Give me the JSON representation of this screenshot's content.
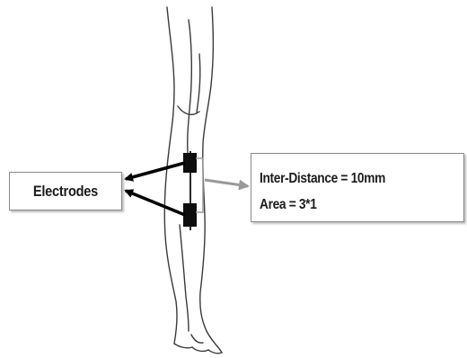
{
  "diagram": {
    "electrodes_label": "Electrodes",
    "info": {
      "inter_distance": "Inter-Distance = 10mm",
      "area": "Area = 3*1"
    }
  },
  "colors": {
    "outline": "#3a3a3a",
    "electrode": "#0d0d0d",
    "arrow_black": "#000000",
    "arrow_gray": "#9a9a9a",
    "box_border": "#8a8a8a"
  },
  "icons": [
    "leg-outline-illustration",
    "electrode-pad-icon",
    "arrow-icon"
  ]
}
